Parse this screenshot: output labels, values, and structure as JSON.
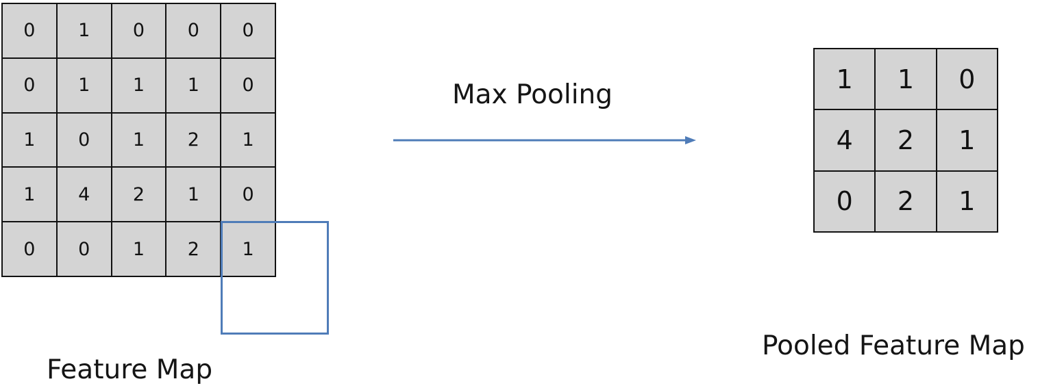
{
  "feature_map": {
    "label": "Feature Map",
    "rows": [
      [
        "0",
        "1",
        "0",
        "0",
        "0"
      ],
      [
        "0",
        "1",
        "1",
        "1",
        "0"
      ],
      [
        "1",
        "0",
        "1",
        "2",
        "1"
      ],
      [
        "1",
        "4",
        "2",
        "1",
        "0"
      ],
      [
        "0",
        "0",
        "1",
        "2",
        "1"
      ]
    ]
  },
  "operation": {
    "label": "Max Pooling"
  },
  "pooled_map": {
    "label": "Pooled Feature Map",
    "rows": [
      [
        "1",
        "1",
        "0"
      ],
      [
        "4",
        "2",
        "1"
      ],
      [
        "0",
        "2",
        "1"
      ]
    ]
  },
  "colors": {
    "cell_fill": "#d4d4d4",
    "grid_line": "#111111",
    "accent": "#4f7cb8"
  }
}
